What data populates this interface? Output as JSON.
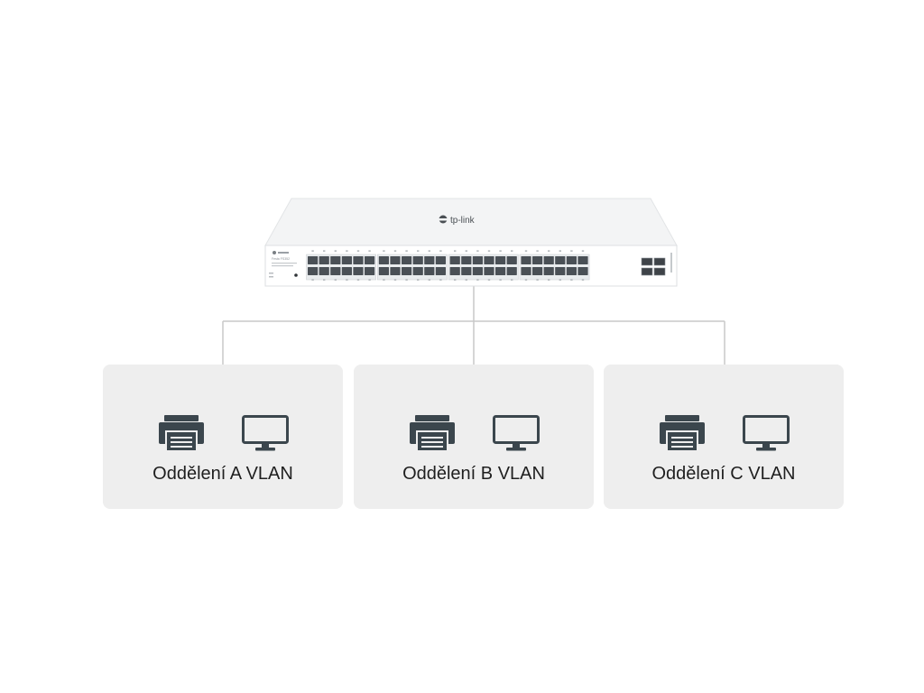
{
  "switch": {
    "brand": "tp-link",
    "model": "Festa FS352"
  },
  "colors": {
    "background": "#ffffff",
    "box": "#eeeeee",
    "line": "#c9c9c9",
    "icon": "#3b464d",
    "text": "#1f1f1f"
  },
  "vlans": [
    {
      "label": "Oddělení A VLAN",
      "icons": [
        "printer-icon",
        "monitor-icon"
      ]
    },
    {
      "label": "Oddělení B VLAN",
      "icons": [
        "printer-icon",
        "monitor-icon"
      ]
    },
    {
      "label": "Oddělení C VLAN",
      "icons": [
        "printer-icon",
        "monitor-icon"
      ]
    }
  ]
}
